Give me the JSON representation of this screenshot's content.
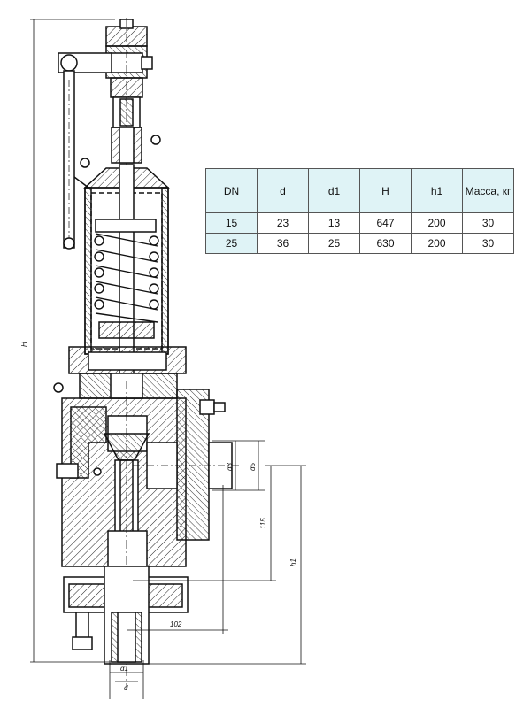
{
  "spec_table": {
    "headers": [
      "DN",
      "d",
      "d1",
      "H",
      "h1",
      "Масса, кг"
    ],
    "rows": [
      [
        "15",
        "23",
        "13",
        "647",
        "200",
        "30"
      ],
      [
        "25",
        "36",
        "25",
        "630",
        "200",
        "30"
      ]
    ],
    "header_bg": "#dff3f6"
  },
  "dimensions": {
    "overall_height": "H",
    "outlet_height": "h1",
    "outlet_centre": "115",
    "flange_offset": "102",
    "outlet_bore": "d3",
    "outlet_dia": "d5",
    "inlet_bore": "d1",
    "inlet_dia": "d"
  }
}
